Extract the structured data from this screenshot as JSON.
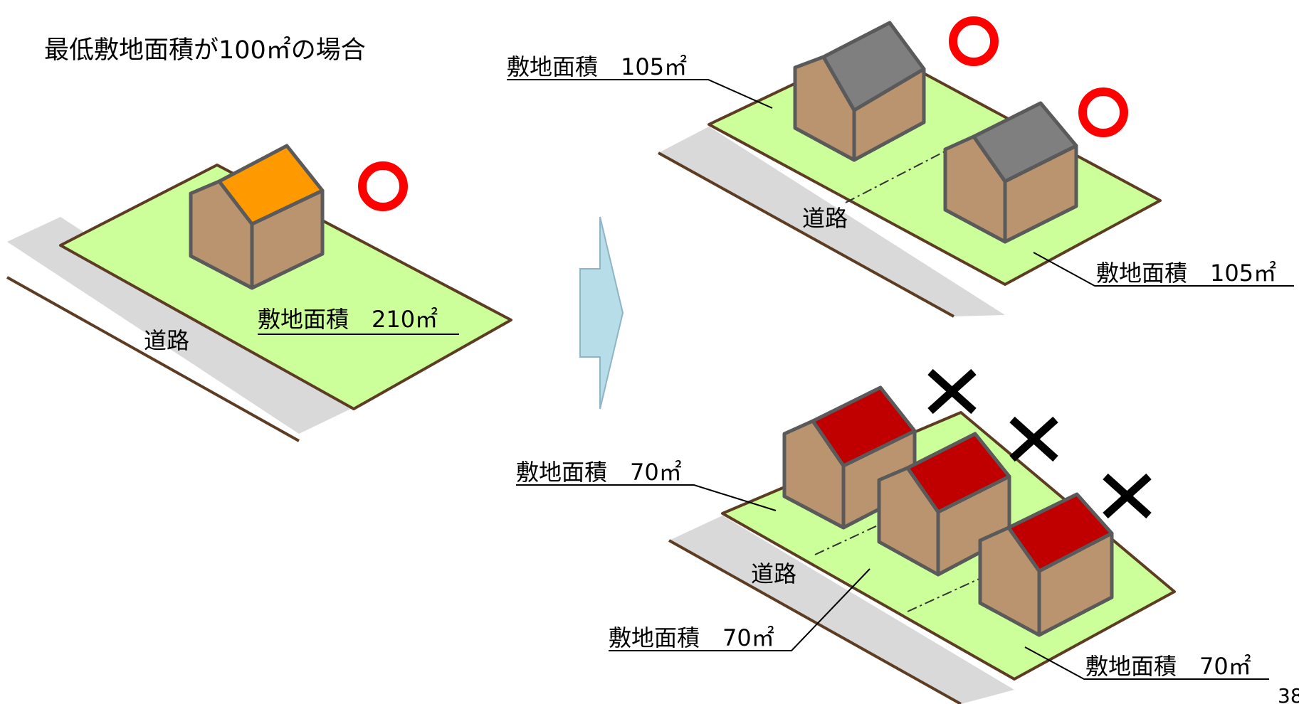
{
  "title": "最低敷地面積が100㎡の場合",
  "page_number": "38",
  "road_label": "道路",
  "colors": {
    "lot_fill": "#ccff99",
    "lot_stroke": "#5c3d24",
    "road": "#d9d9d9",
    "wall": "#b9946f",
    "wall_stroke": "#5a5a5a",
    "roof_original": "#ff9900",
    "roof_ok": "#7f7f7f",
    "roof_ng": "#c00000",
    "ok_mark": "#ff0000",
    "ng_mark": "#000000",
    "arrow_fill": "#b7dde8",
    "arrow_stroke": "#8eb4c6"
  },
  "original": {
    "area_label": "敷地面積　210㎡",
    "mark": "ok-circle",
    "roof": "orange"
  },
  "split_two": {
    "lot_a_label": "敷地面積　105㎡",
    "lot_b_label": "敷地面積　105㎡",
    "marks": [
      "ok-circle",
      "ok-circle"
    ],
    "roof": "gray"
  },
  "split_three": {
    "lot_a_label": "敷地面積　70㎡",
    "lot_b_label": "敷地面積　70㎡",
    "lot_c_label": "敷地面積　70㎡",
    "marks": [
      "ng-cross",
      "ng-cross",
      "ng-cross"
    ],
    "roof": "red"
  }
}
